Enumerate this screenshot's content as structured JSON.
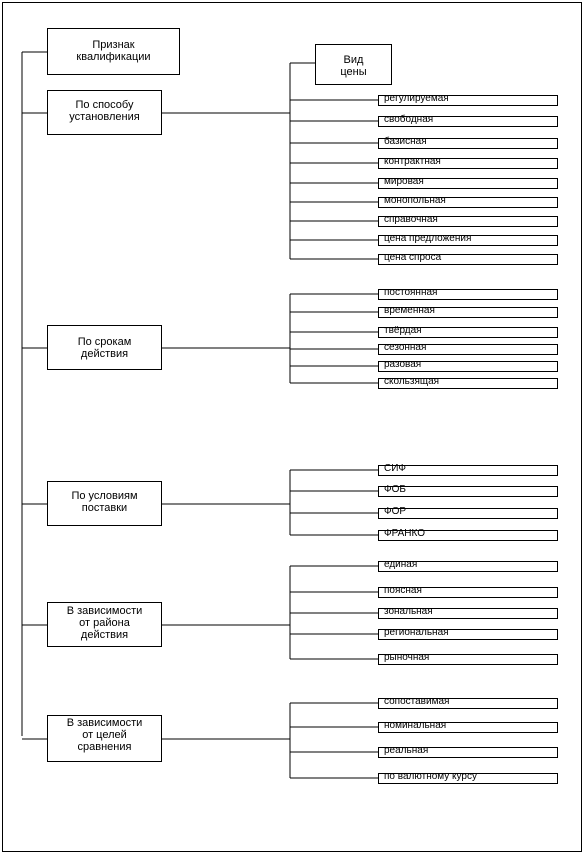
{
  "header": {
    "title": "Признак\nквалификации",
    "type_title": "Вид\nцены"
  },
  "groups": [
    {
      "label": "По способу\nустановления",
      "items": [
        "регулируемая",
        "свободная",
        "базисная",
        "контрактная",
        "мировая",
        "монопольная",
        "справочная",
        "цена предложения",
        "цена спроса"
      ]
    },
    {
      "label": "По срокам\nдействия",
      "items": [
        "постоянная",
        "временная",
        "твёрдая",
        "сезонная",
        "разовая",
        "скользящая"
      ]
    },
    {
      "label": "По условиям\nпоставки",
      "items": [
        "СИФ",
        "ФОБ",
        "ФОР",
        "ФРАНКО"
      ]
    },
    {
      "label": "В зависимости\nот района\nдействия",
      "items": [
        "единая",
        "поясная",
        "зональная",
        "региональная",
        "рыночная"
      ]
    },
    {
      "label": "В зависимости\nот целей\nсравнения",
      "items": [
        "сопоставимая",
        "номинальная",
        "реальная",
        "по валютному курсу"
      ]
    }
  ]
}
